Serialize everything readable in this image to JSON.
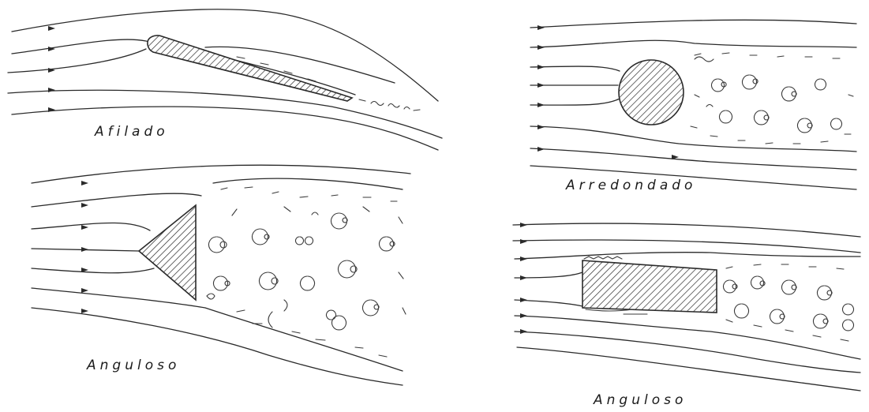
{
  "panels": [
    {
      "id": "sharp",
      "label": "Afilado"
    },
    {
      "id": "rounded",
      "label": "Arredondado"
    },
    {
      "id": "angular-triangle",
      "label": "Anguloso"
    },
    {
      "id": "angular-block",
      "label": "Anguloso"
    }
  ],
  "colors": {
    "ink": "#2a2a2a",
    "paper": "#ffffff"
  }
}
